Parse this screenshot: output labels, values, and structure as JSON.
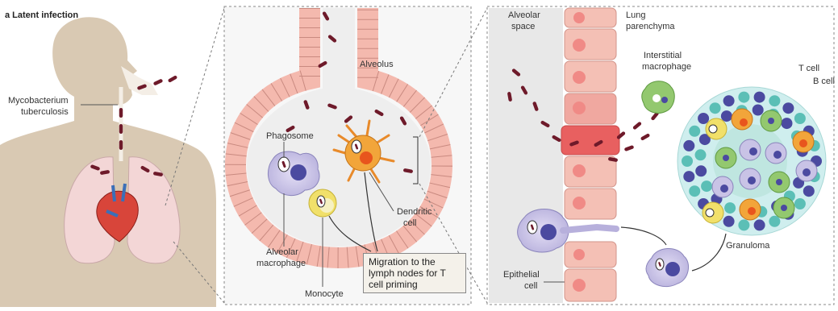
{
  "panel_label": "a  Latent infection",
  "labels": {
    "mycobacterium": [
      "Mycobacterium",
      "tuberculosis"
    ],
    "alveolus": "Alveolus",
    "phagosome": "Phagosome",
    "alveolar_macrophage": [
      "Alveolar",
      "macrophage"
    ],
    "monocyte": "Monocyte",
    "dendritic_cell": [
      "Dendritic",
      "cell"
    ],
    "migration": "Migration to the lymph nodes for T cell priming",
    "alveolar_space": [
      "Alveolar",
      "space"
    ],
    "lung_parenchyma": [
      "Lung",
      "parenchyma"
    ],
    "interstitial_macrophage": [
      "Interstitial",
      "macrophage"
    ],
    "t_cell": "T cell",
    "b_cell": "B cell",
    "granuloma": "Granuloma",
    "epithelial_cell": [
      "Epithelial",
      "cell"
    ]
  },
  "colors": {
    "skin": "#d9c9b3",
    "lung": "#f3d6d6",
    "epithelium": "#f4b9ae",
    "bacterium": "#6e1a2a",
    "macrophage": "#c9c3e6",
    "nucleus": "#4b4aa0",
    "dendritic": "#f2a53a",
    "monocyte": "#f1e06a",
    "interstitial": "#93c86f",
    "teal": "#5bbfb6"
  }
}
